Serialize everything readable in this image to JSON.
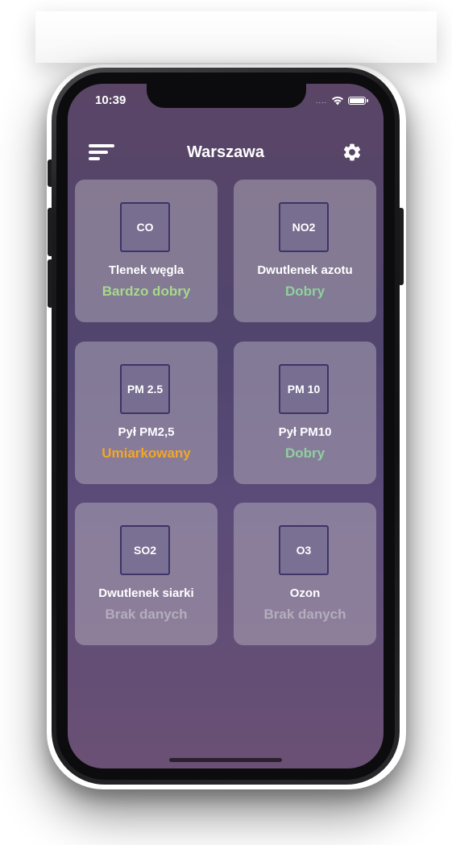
{
  "status_bar": {
    "time": "10:39",
    "signal_dots": "....",
    "wifi_icon": "wifi-icon",
    "battery_icon": "battery-icon",
    "battery_level": 1.0
  },
  "navbar": {
    "title": "Warszawa",
    "menu_icon": "menu-icon",
    "settings_icon": "gear-icon"
  },
  "cards": [
    {
      "code": "CO",
      "name": "Tlenek węgla",
      "status": "Bardzo dobry",
      "status_color": "#a6d98a"
    },
    {
      "code": "NO2",
      "name": "Dwutlenek azotu",
      "status": "Dobry",
      "status_color": "#8fd19e"
    },
    {
      "code": "PM 2.5",
      "name": "Pył PM2,5",
      "status": "Umiarkowany",
      "status_color": "#f5a623"
    },
    {
      "code": "PM 10",
      "name": "Pył PM10",
      "status": "Dobry",
      "status_color": "#8fd19e"
    },
    {
      "code": "SO2",
      "name": "Dwutlenek siarki",
      "status": "Brak danych",
      "status_color": "#b5adbc"
    },
    {
      "code": "O3",
      "name": "Ozon",
      "status": "Brak danych",
      "status_color": "#b5adbc"
    }
  ],
  "colors": {
    "screen_bg_top": "#5a4566",
    "screen_bg_bottom": "#6a5074",
    "card_border": "#3d3468"
  }
}
